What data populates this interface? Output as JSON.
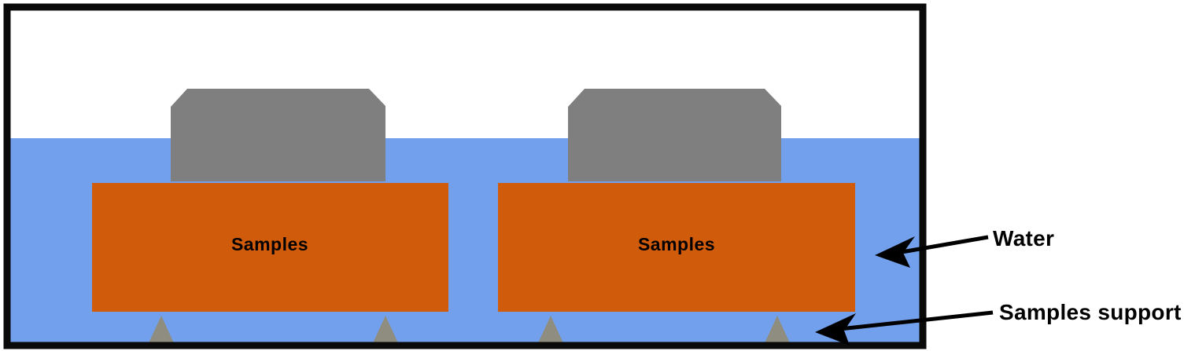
{
  "diagram": {
    "samples": [
      {
        "label": "Samples"
      },
      {
        "label": "Samples"
      }
    ],
    "annotations": [
      {
        "label": "Water"
      },
      {
        "label": "Samples support"
      }
    ]
  },
  "colors": {
    "background": "#ffffff",
    "outline": "#0a0a0a",
    "water": "#73a0ec",
    "sample": "#d05b0a",
    "weight": "#7f7f7f",
    "support": "#8f8d80",
    "arrow": "#000000"
  }
}
